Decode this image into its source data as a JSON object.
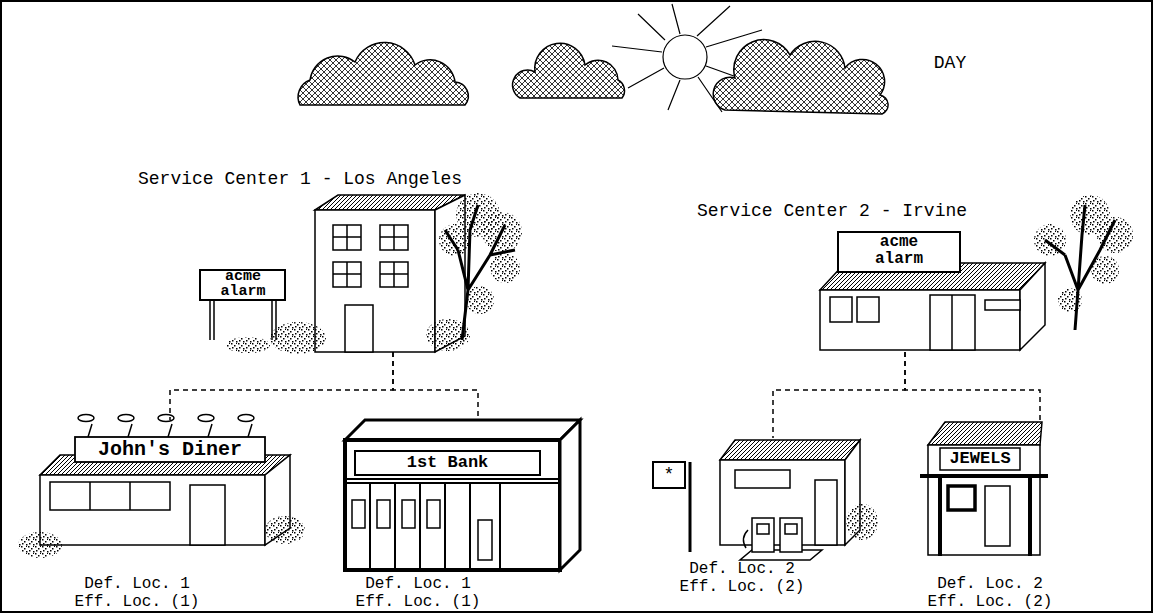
{
  "diagram": {
    "nodes": [
      {
        "text": [
          "Service Center 1 - Los Angeles",
          "acme alarm"
        ]
      },
      {
        "text": [
          "Service Center 2 - Irvine",
          "acme alarm"
        ]
      },
      {
        "text": [
          "John's Diner",
          "Def. Loc. 1 Eff. Loc. (1)"
        ]
      },
      {
        "text": [
          "1st Bank",
          "Def. Loc. 1 Eff. Loc. (1)"
        ]
      },
      {
        "text": [
          "Def. Loc. 2 Eff. Loc. (2)"
        ]
      },
      {
        "text": [
          "JEWELS",
          "Def. Loc. 2 Eff. Loc. (2)"
        ]
      }
    ],
    "edges": [
      {
        "from": 0,
        "to": 2,
        "arrow": "none"
      },
      {
        "from": 0,
        "to": 3,
        "arrow": "none"
      },
      {
        "from": 1,
        "to": 4,
        "arrow": "none"
      },
      {
        "from": 1,
        "to": 5,
        "arrow": "none"
      }
    ],
    "labels": [
      "DAY",
      "*"
    ]
  }
}
